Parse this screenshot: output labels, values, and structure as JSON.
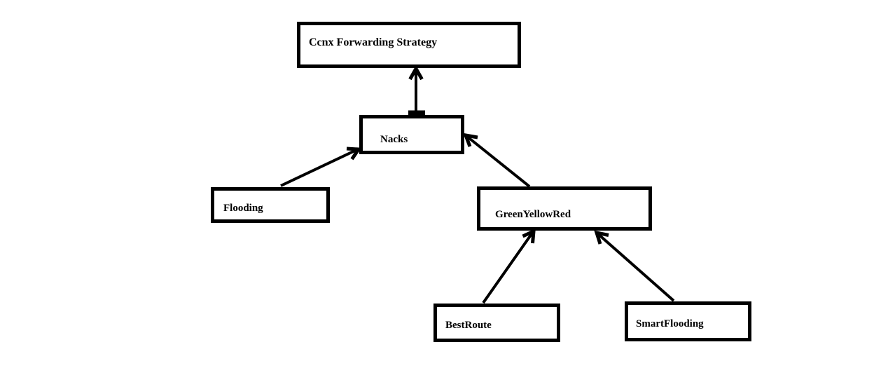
{
  "diagram": {
    "kind": "class-inheritance-diagram",
    "background_color": "#ffffff",
    "stroke_color": "#000000",
    "nodes": {
      "ccnx": {
        "label": "Ccnx Forwarding Strategy"
      },
      "nacks": {
        "label": "Nacks"
      },
      "flooding": {
        "label": "Flooding"
      },
      "greenyellowred": {
        "label": "GreenYellowRed"
      },
      "bestroute": {
        "label": "BestRoute"
      },
      "smartflooding": {
        "label": "SmartFlooding"
      }
    },
    "edges": [
      {
        "from": "Nacks",
        "to": "Ccnx Forwarding Strategy",
        "style": "arrow-up"
      },
      {
        "from": "Flooding",
        "to": "Nacks",
        "style": "arrow-up"
      },
      {
        "from": "GreenYellowRed",
        "to": "Nacks",
        "style": "arrow-up"
      },
      {
        "from": "BestRoute",
        "to": "GreenYellowRed",
        "style": "arrow-up"
      },
      {
        "from": "SmartFlooding",
        "to": "GreenYellowRed",
        "style": "arrow-up"
      }
    ]
  }
}
